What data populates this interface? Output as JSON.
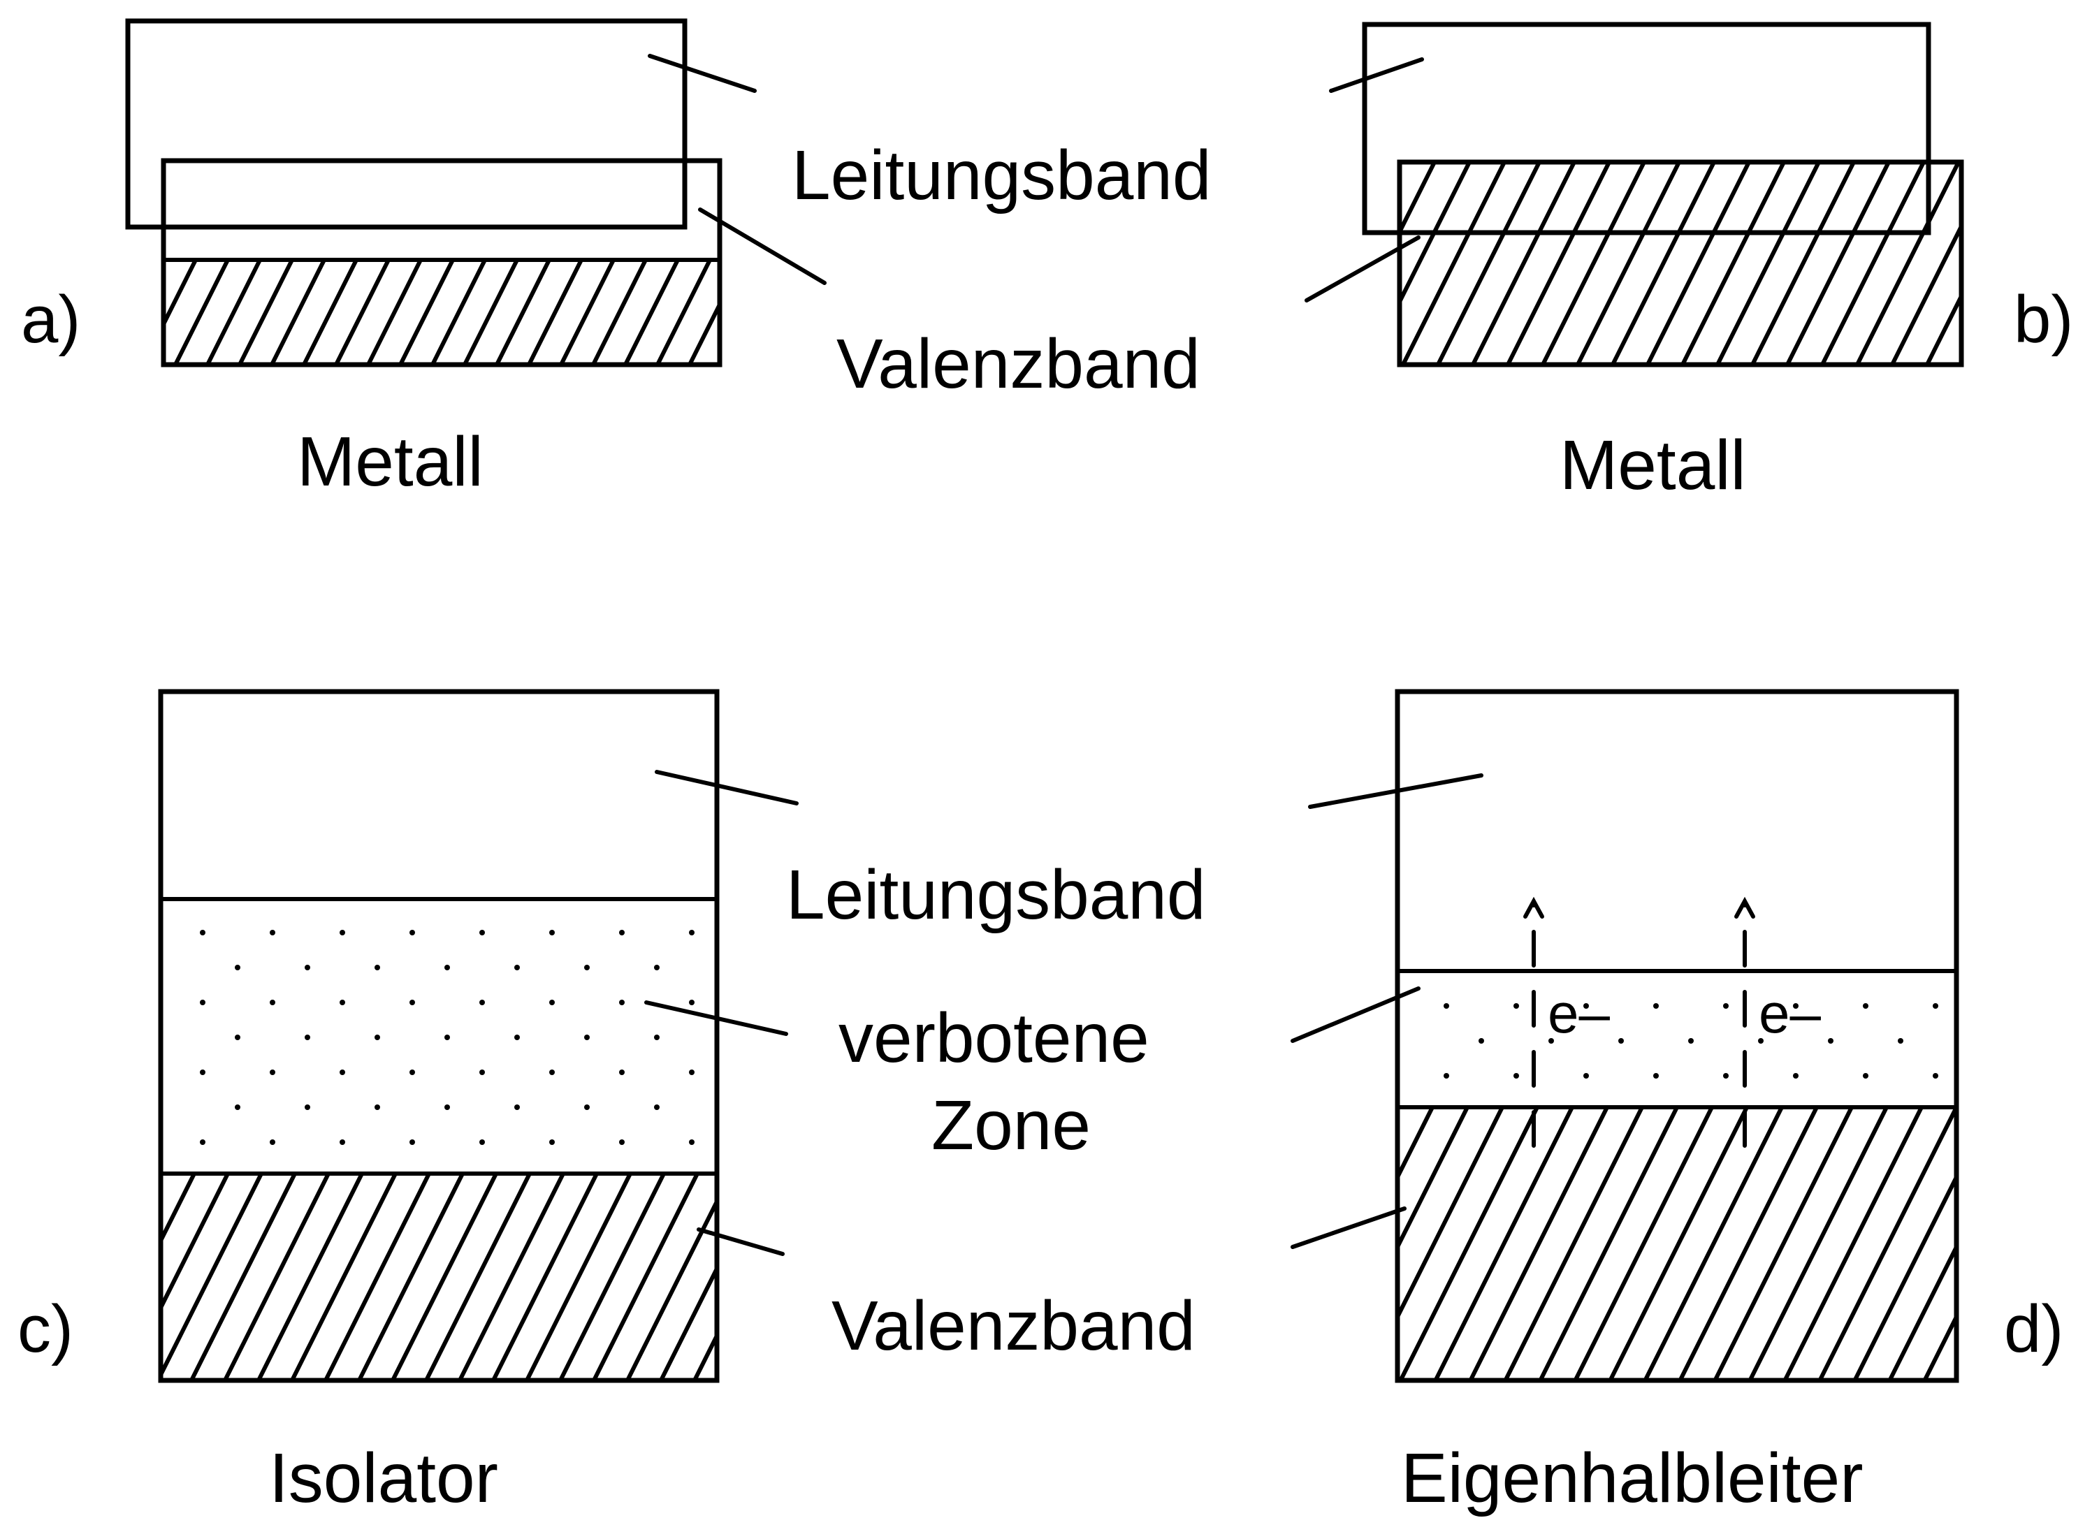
{
  "panels": {
    "a": {
      "letter": "a)",
      "caption": "Metall",
      "conduction_label": "Leitungsband",
      "valence_label": "Valenzband"
    },
    "b": {
      "letter": "b)",
      "caption": "Metall"
    },
    "c": {
      "letter": "c)",
      "caption": "Isolator",
      "conduction_label": "Leitungsband",
      "gap_label_line1": "verbotene",
      "gap_label_line2": "Zone",
      "valence_label": "Valenzband"
    },
    "d": {
      "letter": "d)",
      "caption": "Eigenhalbleiter",
      "electron_label_1": "e–",
      "electron_label_2": "e–"
    }
  }
}
